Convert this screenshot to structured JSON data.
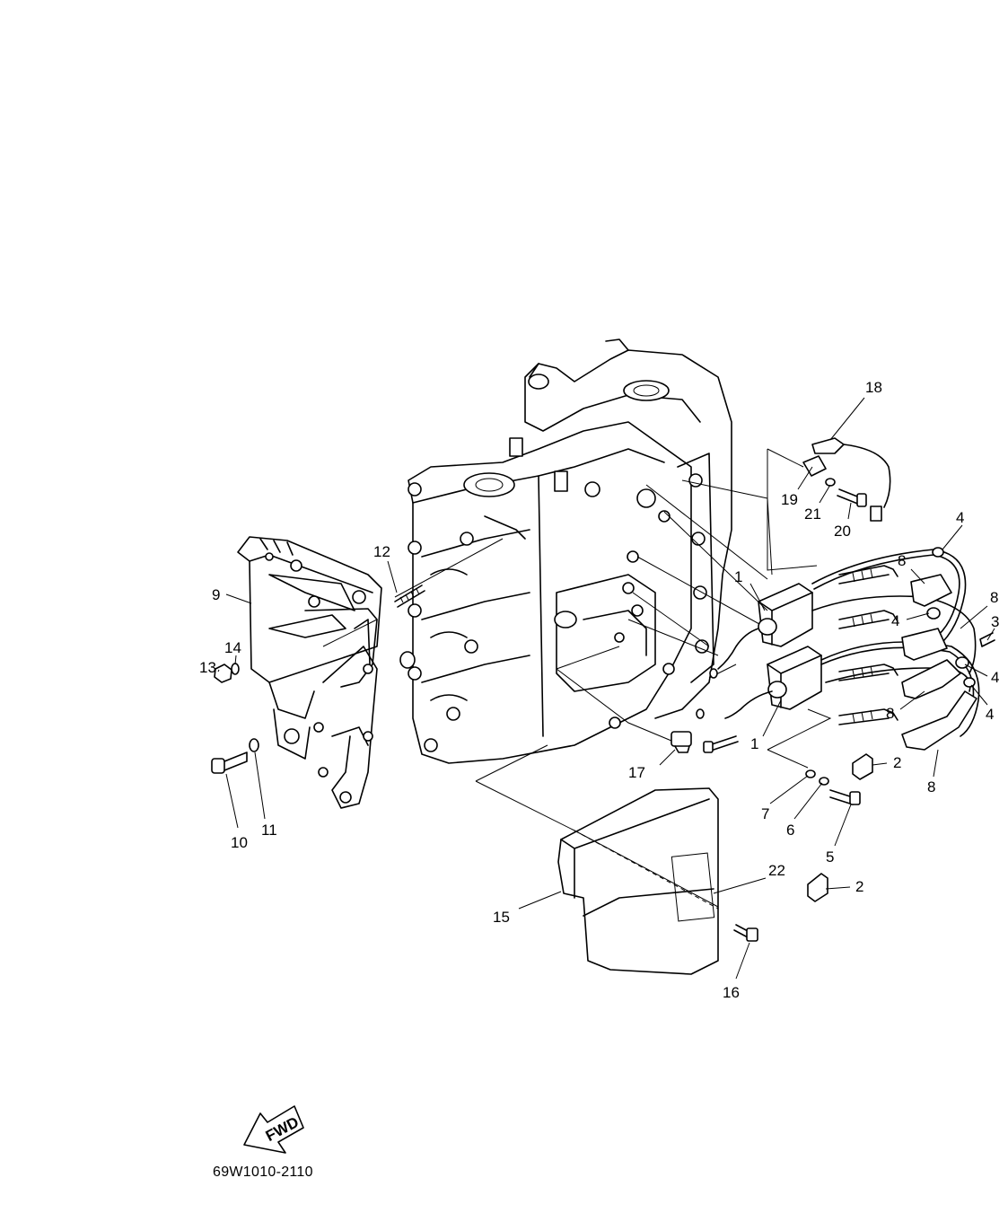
{
  "diagram": {
    "part_code": "69W1010-2110",
    "fwd_label": "FWD",
    "callouts": [
      "1",
      "1",
      "2",
      "2",
      "3",
      "4",
      "4",
      "4",
      "4",
      "5",
      "6",
      "7",
      "8",
      "8",
      "8",
      "8",
      "9",
      "10",
      "11",
      "12",
      "13",
      "14",
      "15",
      "16",
      "17",
      "18",
      "19",
      "20",
      "21",
      "22"
    ]
  }
}
